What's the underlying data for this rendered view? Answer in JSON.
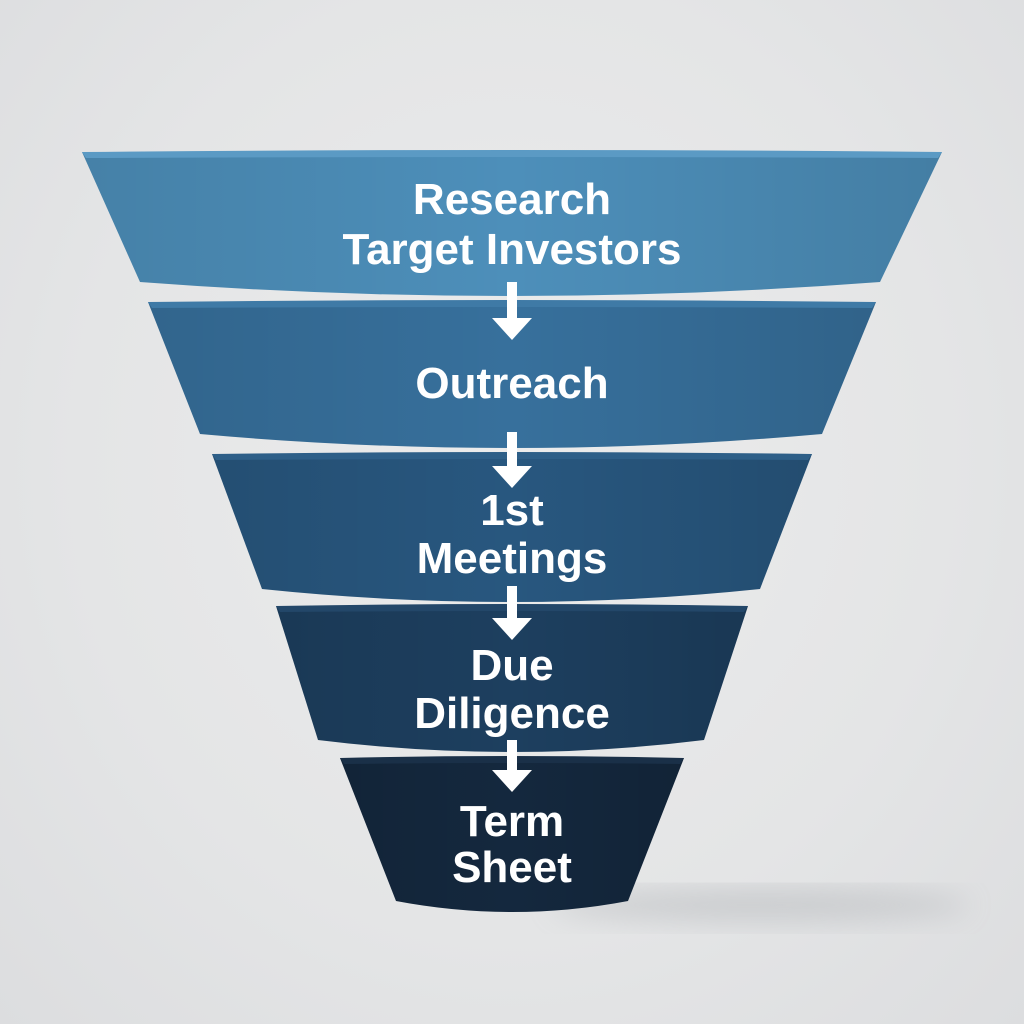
{
  "funnel": {
    "stages": [
      {
        "lines": [
          "Research",
          "Target Investors"
        ],
        "color": "#4d8fba",
        "rim": "#5b9ac4"
      },
      {
        "lines": [
          "Outreach"
        ],
        "color": "#37709c",
        "rim": "#3f7aa6"
      },
      {
        "lines": [
          "1st",
          "Meetings"
        ],
        "color": "#28577f",
        "rim": "#2e5f88"
      },
      {
        "lines": [
          "Due",
          "Diligence"
        ],
        "color": "#1d3f5f",
        "rim": "#234769"
      },
      {
        "lines": [
          "Term",
          "Sheet"
        ],
        "color": "#14283e",
        "rim": "#1a3048"
      }
    ],
    "arrow_color": "#ffffff",
    "label_color": "#ffffff"
  }
}
